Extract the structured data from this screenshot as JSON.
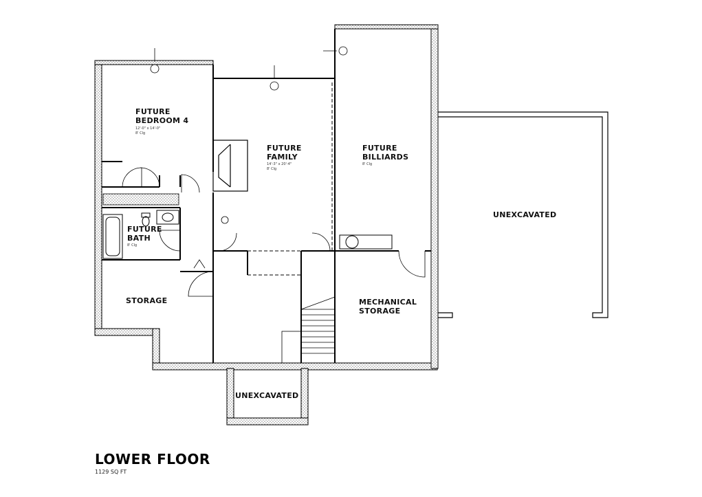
{
  "plan": {
    "title": "LOWER FLOOR",
    "area": "1129 SQ FT",
    "rooms": {
      "bedroom": {
        "line1": "FUTURE",
        "line2": "BEDROOM 4",
        "dims": "12'-0\" x 14'-0\"",
        "ceiling": "8' Clg"
      },
      "family": {
        "line1": "FUTURE",
        "line2": "FAMILY",
        "dims": "14'-3\" x 20'-4\"",
        "ceiling": "8' Clg"
      },
      "billiards": {
        "line1": "FUTURE",
        "line2": "BILLIARDS",
        "ceiling": "8' Clg"
      },
      "bath": {
        "line1": "FUTURE",
        "line2": "BATH",
        "ceiling": "8' Clg"
      },
      "storage": {
        "line1": "STORAGE"
      },
      "mechanical": {
        "line1": "MECHANICAL",
        "line2": "STORAGE"
      },
      "unexcavated_right": {
        "line1": "UNEXCAVATED"
      },
      "unexcavated_bottom": {
        "line1": "UNEXCAVATED"
      }
    }
  }
}
